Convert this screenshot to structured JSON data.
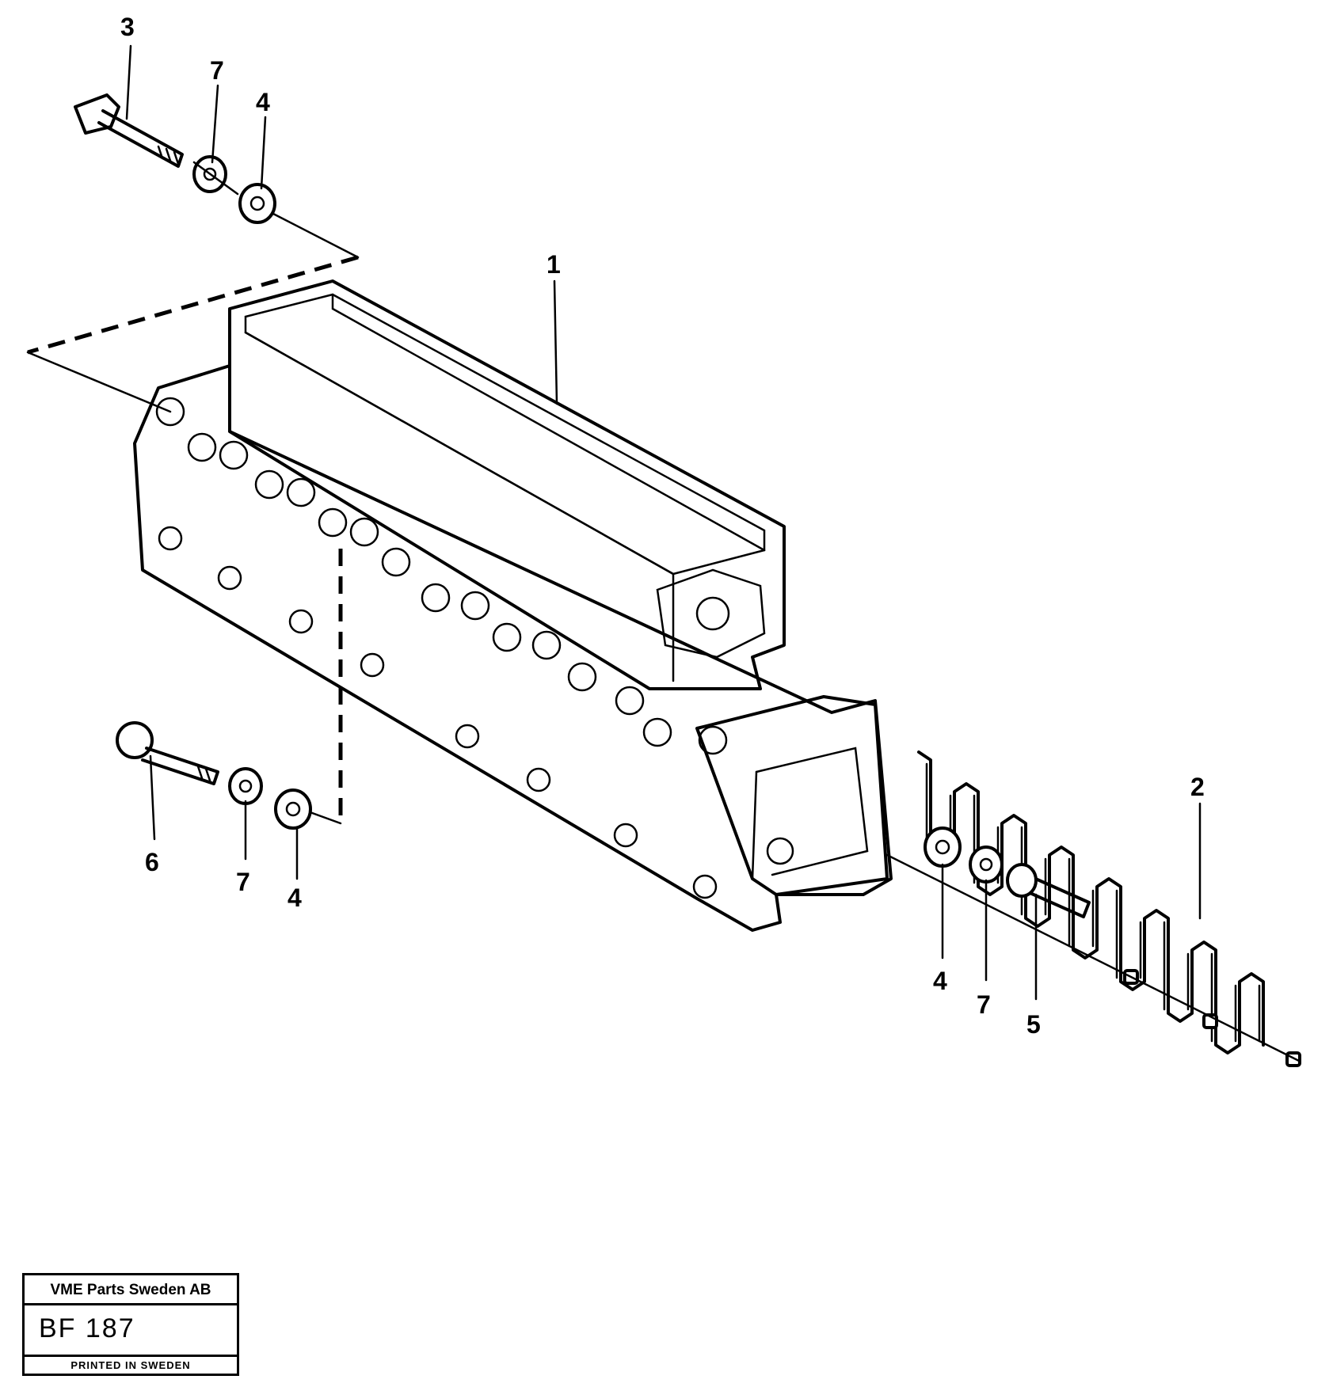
{
  "callouts": {
    "c1": "1",
    "c2": "2",
    "c3": "3",
    "c4_top": "4",
    "c4_bottom": "4",
    "c4_right": "4",
    "c5": "5",
    "c6": "6",
    "c7_top": "7",
    "c7_bottom": "7",
    "c7_right": "7"
  },
  "title_block": {
    "company": "VME Parts Sweden AB",
    "drawing_code": "BF 187",
    "printed": "PRINTED IN SWEDEN"
  }
}
